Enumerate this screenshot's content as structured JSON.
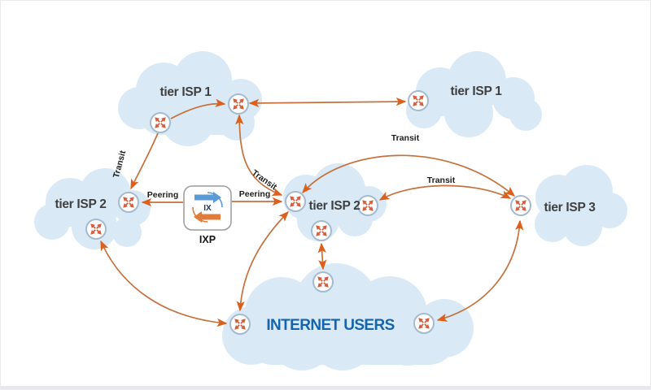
{
  "diagram": {
    "clouds": {
      "tier1_left": "tier ISP 1",
      "tier1_right": "tier ISP 1",
      "tier2_left": "tier ISP 2",
      "tier2_center": "tier ISP 2",
      "tier3": "tier ISP 3",
      "internet_users": "INTERNET USERS"
    },
    "ixp": {
      "caption": "IXP",
      "icon_text": "IX"
    },
    "edge_labels": {
      "transit_isp1_to_isp2_left": "Transit",
      "transit_isp1_to_isp2_center": "Transit",
      "transit_isp2_center_to_isp3_upper": "Transit",
      "transit_isp2_center_to_isp3_lower": "Transit",
      "peering_ixp_to_isp2_left": "Peering",
      "peering_ixp_to_isp2_center": "Peering"
    },
    "icons": {
      "router": "router-crossed-arrows-icon",
      "ixp": "internet-exchange-arrows-icon"
    },
    "colors": {
      "cloud_fill": "#D9EAF6",
      "arrow_line": "#C4713C",
      "arrow_head": "#DC5F1C",
      "router_ring": "#A4BACE",
      "router_cross": "#D85C3B",
      "tier_label": "#3F3F3F",
      "internet_users_text": "#1565AE",
      "ixp_blue": "#5B9BD5",
      "ixp_orange": "#E07B39",
      "ixp_border": "#9C9C9C"
    }
  }
}
